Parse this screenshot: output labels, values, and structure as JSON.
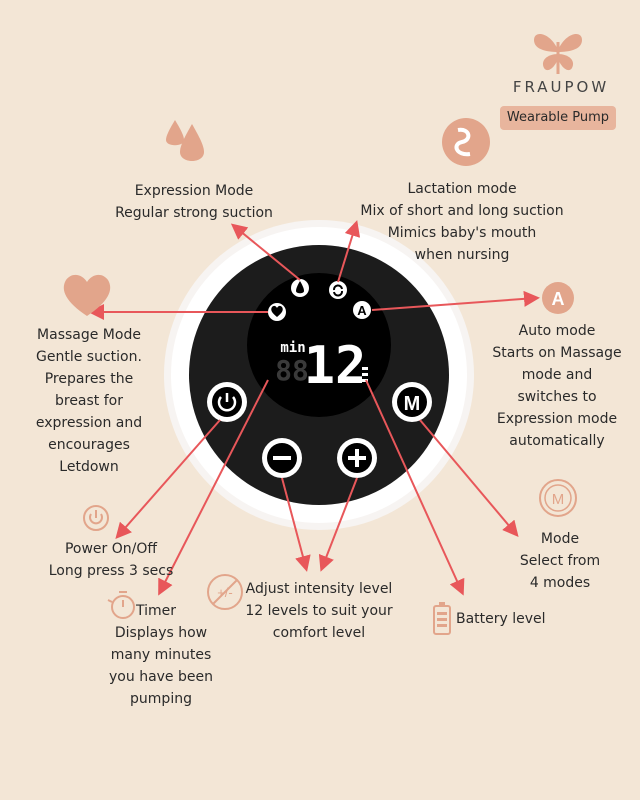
{
  "brand": {
    "name": "FRAUPOW",
    "badge": "Wearable Pump"
  },
  "display": {
    "unit": "min",
    "ghost_digits": "88",
    "value": "12"
  },
  "labels": {
    "expression": [
      "Expression Mode",
      "Regular strong suction"
    ],
    "lactation": [
      "Lactation mode",
      "Mix of short and long suction",
      "Mimics baby's mouth",
      "when nursing"
    ],
    "massage": [
      "Massage Mode",
      "Gentle suction.",
      "Prepares the",
      "breast for",
      "expression and",
      "encourages",
      "Letdown"
    ],
    "auto": [
      "Auto mode",
      "Starts on Massage",
      "mode and",
      "switches to",
      "Expression mode",
      "automatically"
    ],
    "power": [
      "Power On/Off",
      "Long press 3 secs"
    ],
    "timer_title": "Timer",
    "timer": [
      "Displays how",
      "many minutes",
      "you have been",
      "pumping"
    ],
    "intensity": [
      "Adjust intensity level",
      "12 levels to suit your",
      "comfort level"
    ],
    "battery": "Battery level",
    "mode": [
      "Mode",
      "Select from",
      "4 modes"
    ]
  },
  "icons": {
    "auto_letter": "A",
    "mode_letter": "M",
    "intensity_plus_minus": "+/-"
  },
  "colors": {
    "background": "#f3e6d6",
    "accent": "#e2a58b",
    "arrow": "#e8575a",
    "device_face": "#1c1c1c",
    "ring": "#ffffff"
  }
}
